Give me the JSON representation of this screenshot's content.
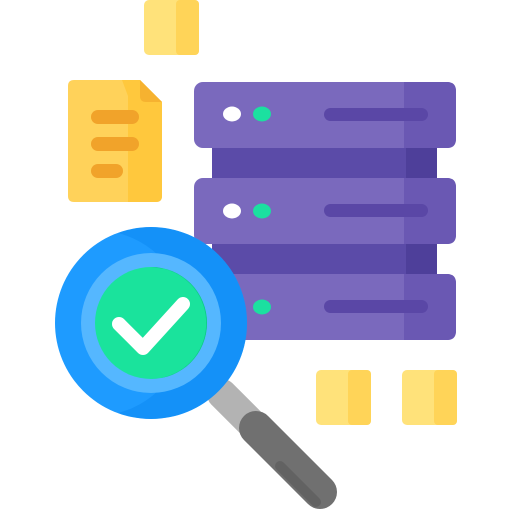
{
  "illustration": {
    "subject": "server-data-verification",
    "icons": [
      "server-rack-icon",
      "document-icon",
      "magnifier-icon",
      "check-icon",
      "data-block-icon"
    ],
    "server": {
      "unit_count": 3,
      "colors": {
        "face": "#7A69BD",
        "face_highlight": "#8878C6",
        "dark": "#5B4BA8",
        "right_shade": "#6A58B3",
        "slot": "#5A47A6",
        "led_white": "#FFFFFF",
        "led_green": "#1BE0A0"
      }
    },
    "document": {
      "colors": {
        "body": "#FFD25A",
        "shade": "#FFC83D",
        "fold": "#F6B230",
        "lines": "#F1A32A"
      }
    },
    "magnifier": {
      "status": "verified",
      "colors": {
        "ring_outer": "#1E9BFF",
        "ring_dark": "#0D88F2",
        "ring_inner": "#55B7FF",
        "badge": "#1AE39C",
        "badge_shade": "#0FC987",
        "check": "#FFFFFF",
        "neck": "#B3B3B3",
        "handle": "#707070",
        "handle_dark": "#5A5A5A"
      }
    },
    "data_blocks": {
      "count": 3,
      "colors": {
        "light": "#FFE27A",
        "dark": "#FFD458"
      }
    }
  }
}
